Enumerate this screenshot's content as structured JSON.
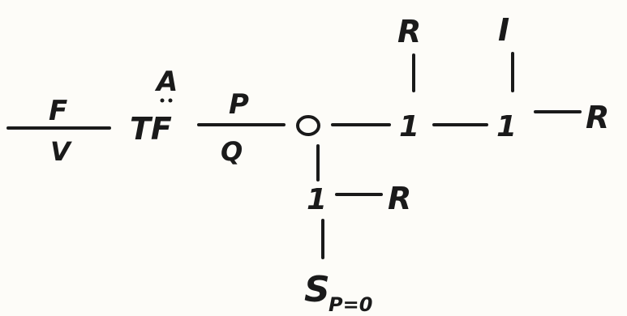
{
  "diagram": {
    "labels": {
      "effort": "F",
      "flow": "V",
      "transformer": "TF",
      "transformer_param": "A",
      "pressure": "P",
      "volume_flow": "Q",
      "junction_zero": "0",
      "junction_one_a": "1",
      "junction_one_b": "1",
      "junction_one_c": "1",
      "r_top": "R",
      "i_top": "I",
      "r_right": "R",
      "r_lower": "R",
      "source": "S",
      "source_sub": "P=0"
    }
  }
}
